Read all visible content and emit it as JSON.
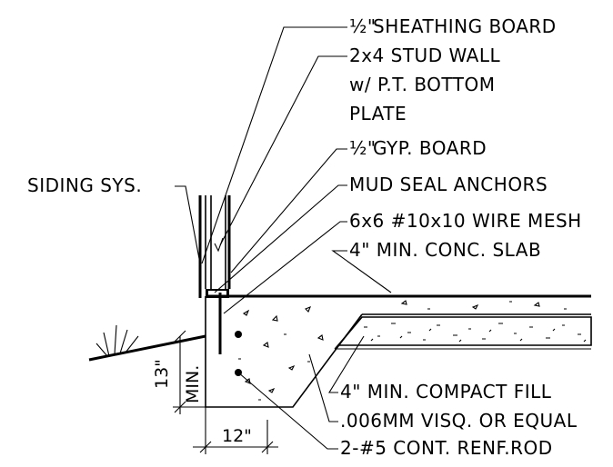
{
  "labels": {
    "sheathing_frac": "½\"",
    "sheathing": "SHEATHING BOARD",
    "stud_wall_1": "2x4 STUD WALL",
    "stud_wall_2": "w/ P.T. BOTTOM",
    "stud_wall_3": "PLATE",
    "gyp_frac": "½\"",
    "gyp": "GYP. BOARD",
    "mud_seal": "MUD SEAL ANCHORS",
    "wire_mesh": "6x6 #10x10 WIRE MESH",
    "slab": "4\" MIN. CONC. SLAB",
    "siding": "SIDING SYS.",
    "fill": "4\" MIN. COMPACT FILL",
    "visq": ".006MM VISQ. OR EQUAL",
    "rod": "2-#5 CONT. RENF.ROD"
  },
  "dimensions": {
    "depth_value": "13\"",
    "depth_note": "MIN.",
    "width_value": "12\""
  }
}
